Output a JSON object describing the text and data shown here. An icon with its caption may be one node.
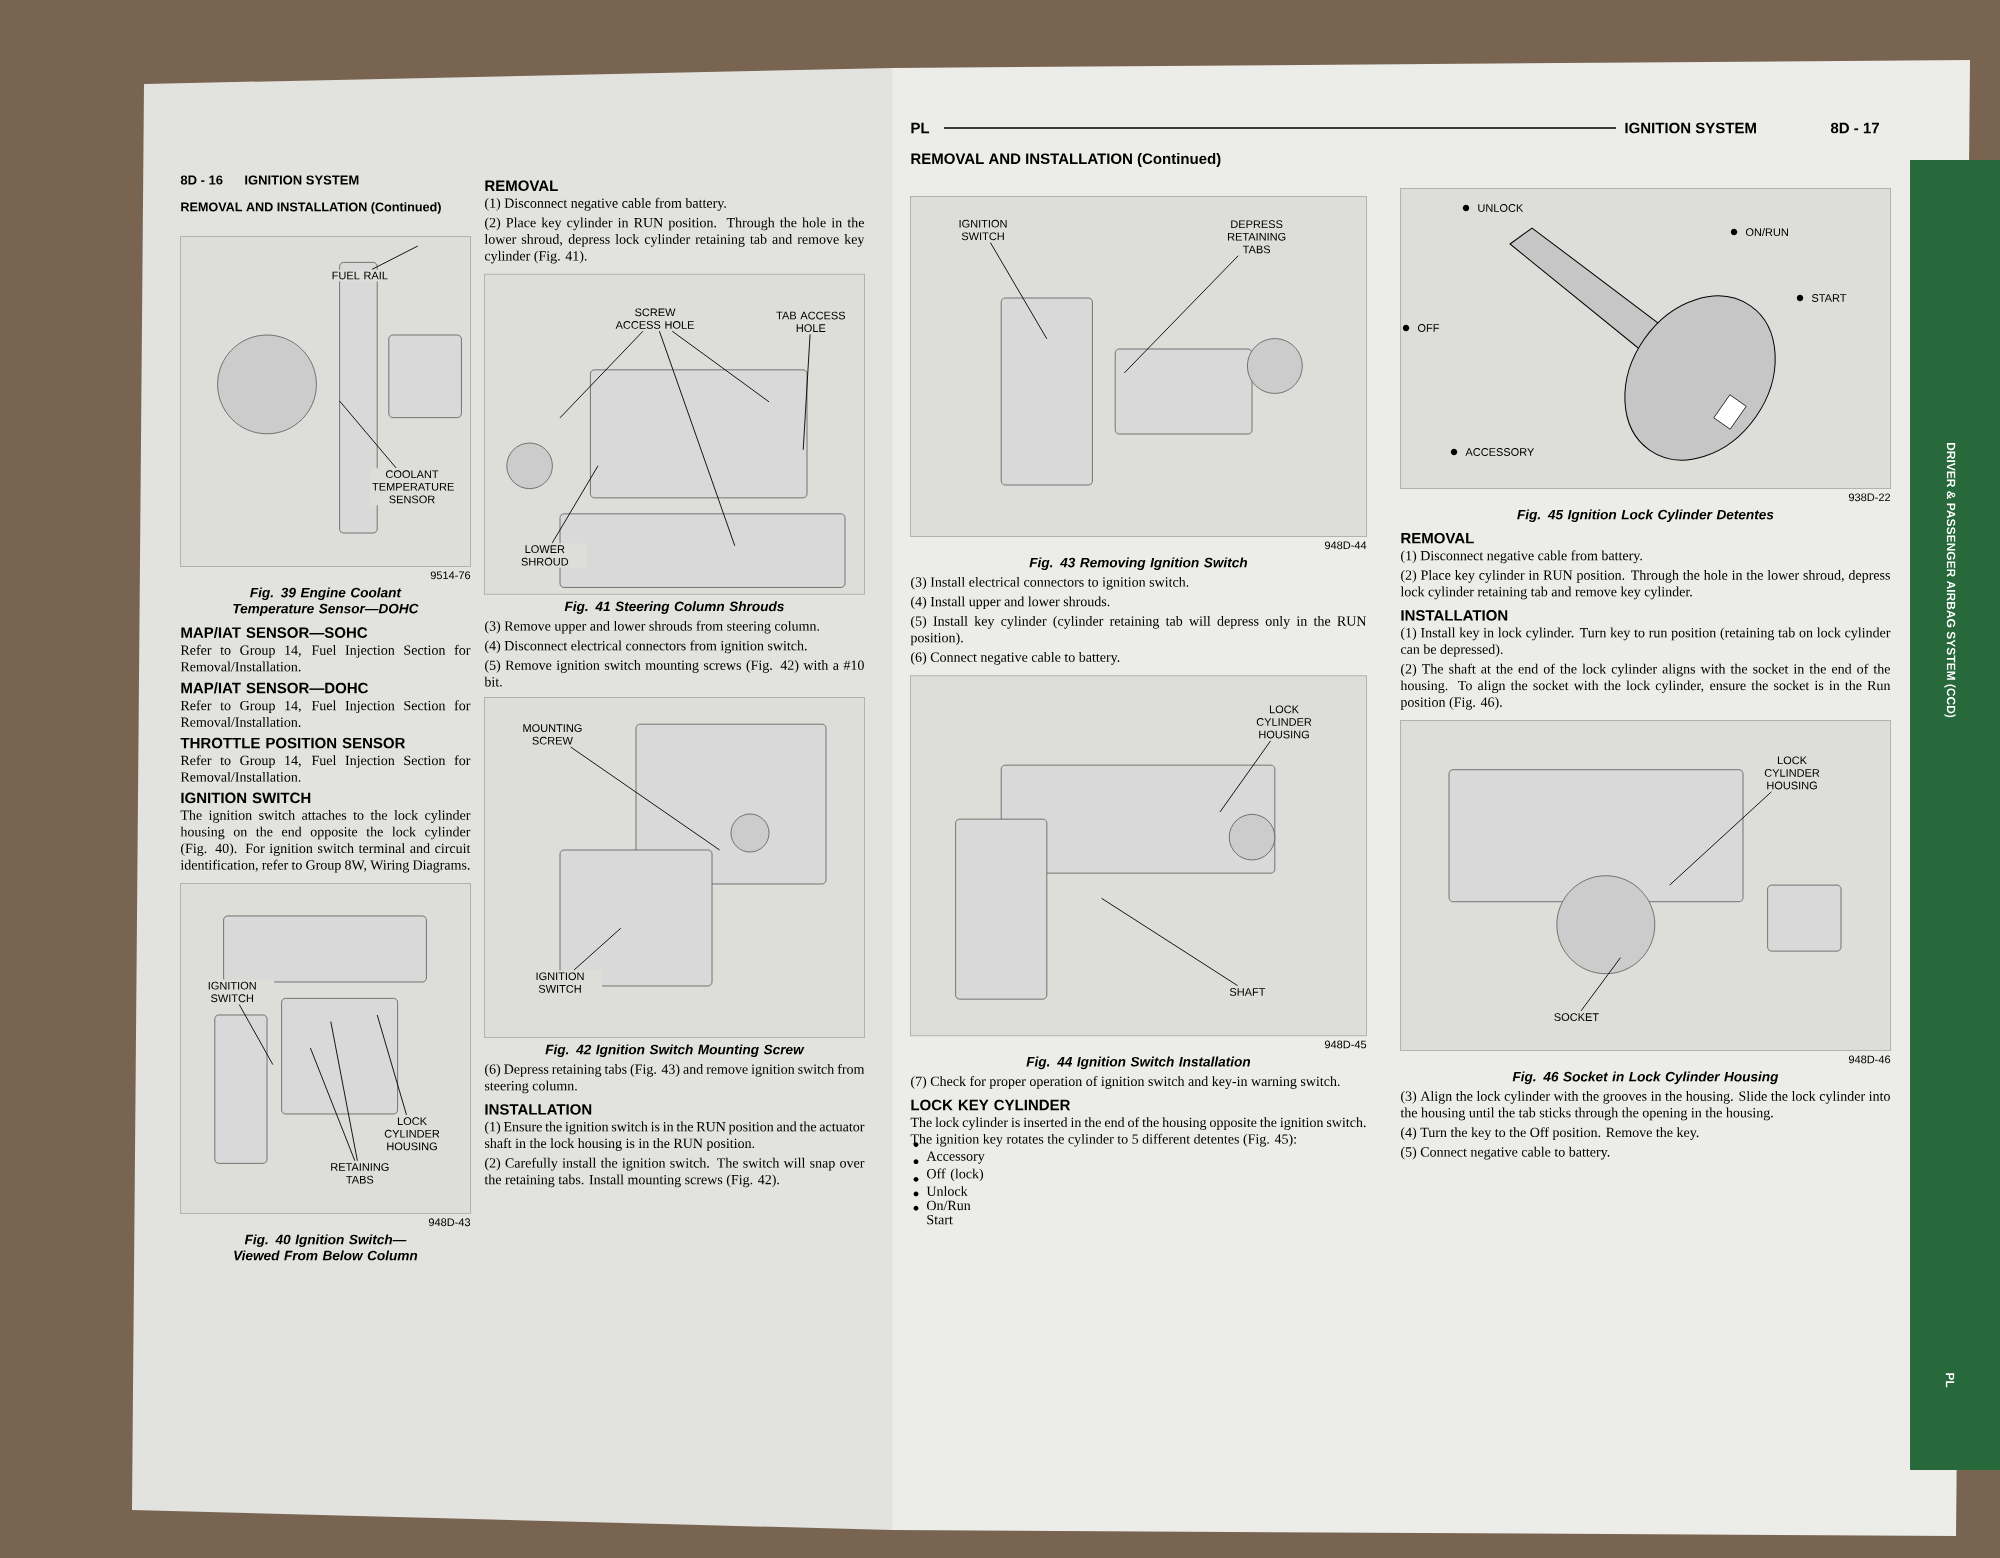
{
  "diagram": {
    "nodes": [
      {
        "text": [],
        "shape": "picture",
        "beside": [
          "9514-76",
          "Fig. 39 Engine Coolant Temperature Sensor—DOHC"
        ]
      },
      {
        "text": [
          "FUEL RAIL"
        ],
        "in": 0
      },
      {
        "text": [
          "COOLANT TEMPERATURE SENSOR"
        ],
        "in": 0
      },
      {
        "text": [],
        "shape": "picture",
        "beside": [
          "948D-43",
          "Fig. 40 Ignition Switch—Viewed From Below Column"
        ]
      },
      {
        "text": [
          "IGNITION SWITCH"
        ],
        "in": 3
      },
      {
        "text": [
          "RETAINING TABS"
        ],
        "in": 3
      },
      {
        "text": [
          "LOCK CYLINDER HOUSING"
        ],
        "in": 3
      },
      {
        "text": [],
        "shape": "picture",
        "beside": [
          "Fig. 41 Steering Column Shrouds"
        ]
      },
      {
        "text": [
          "SCREW ACCESS HOLE"
        ],
        "in": 7
      },
      {
        "text": [
          "TAB ACCESS HOLE"
        ],
        "in": 7
      },
      {
        "text": [
          "LOWER SHROUD"
        ],
        "in": 7
      },
      {
        "text": [],
        "shape": "picture",
        "beside": [
          "Fig. 42 Ignition Switch Mounting Screw"
        ]
      },
      {
        "text": [
          "MOUNTING SCREW"
        ],
        "in": 11
      },
      {
        "text": [
          "IGNITION SWITCH"
        ],
        "in": 11
      },
      {
        "text": [],
        "shape": "picture",
        "beside": [
          "948D-44",
          "Fig. 43 Removing Ignition Switch"
        ]
      },
      {
        "text": [
          "IGNITION SWITCH"
        ],
        "in": 14
      },
      {
        "text": [
          "DEPRESS RETAINING TABS"
        ],
        "in": 14
      },
      {
        "text": [],
        "shape": "picture",
        "beside": [
          "948D-45",
          "Fig. 44 Ignition Switch Installation"
        ]
      },
      {
        "text": [
          "LOCK CYLINDER HOUSING"
        ],
        "in": 17
      },
      {
        "text": [
          "SHAFT"
        ],
        "in": 17
      },
      {
        "text": [],
        "shape": "picture",
        "beside": [
          "938D-22",
          "Fig. 45 Ignition Lock Cylinder Detentes"
        ]
      },
      {
        "text": [],
        "shape": "picture",
        "beside": [
          "948D-46",
          "Fig. 46 Socket in Lock Cylinder Housing"
        ]
      },
      {
        "text": [
          "LOCK CYLINDER HOUSING"
        ],
        "in": 21
      },
      {
        "text": [
          "SOCKET"
        ],
        "in": 21
      }
    ],
    "edges": [
      {
        "from": 1,
        "to": null,
        "arrow": "none"
      },
      {
        "from": 2,
        "to": null,
        "arrow": "none"
      },
      {
        "from": 4,
        "to": null,
        "arrow": "none"
      },
      {
        "from": 5,
        "to": null,
        "arrow": "none"
      },
      {
        "from": 5,
        "to": null,
        "arrow": "none"
      },
      {
        "from": 6,
        "to": null,
        "arrow": "none"
      },
      {
        "from": 8,
        "to": null,
        "arrow": "none"
      },
      {
        "from": 8,
        "to": null,
        "arrow": "none"
      },
      {
        "from": 8,
        "to": null,
        "arrow": "none"
      },
      {
        "from": 9,
        "to": null,
        "arrow": "none"
      },
      {
        "from": 10,
        "to": null,
        "arrow": "none"
      },
      {
        "from": 12,
        "to": null,
        "arrow": "none"
      },
      {
        "from": 13,
        "to": null,
        "arrow": "none"
      },
      {
        "from": 15,
        "to": null,
        "arrow": "none"
      },
      {
        "from": 16,
        "to": null,
        "arrow": "none"
      },
      {
        "from": 18,
        "to": null,
        "arrow": "none"
      },
      {
        "from": 19,
        "to": null,
        "arrow": "none"
      },
      {
        "from": 22,
        "to": null,
        "arrow": "none"
      },
      {
        "from": 23,
        "to": null,
        "arrow": "none"
      }
    ],
    "labels": [
      "8D - 16",
      "IGNITION SYSTEM",
      "REMOVAL AND INSTALLATION (Continued)",
      "MAP/IAT SENSOR—SOHC",
      "Refer to Group 14, Fuel Injection Section for Removal/Installation.",
      "MAP/IAT SENSOR—DOHC",
      "Refer to Group 14, Fuel Injection Section for Removal/Installation.",
      "THROTTLE POSITION SENSOR",
      "Refer to Group 14, Fuel Injection Section for Removal/Installation.",
      "IGNITION SWITCH",
      "The ignition switch attaches to the lock cylinder housing on the end opposite the lock cylinder (Fig. 40). For ignition switch terminal and circuit identification, refer to Group 8W, Wiring Diagrams.",
      "REMOVAL",
      "(1) Disconnect negative cable from battery.",
      "(2) Place key cylinder in RUN position. Through the hole in the lower shroud, depress lock cylinder retaining tab and remove key cylinder (Fig. 41).",
      "(3) Remove upper and lower shrouds from steering column.",
      "(4) Disconnect electrical connectors from ignition switch.",
      "(5) Remove ignition switch mounting screws (Fig. 42) with a #10 bit.",
      "(6) Depress retaining tabs (Fig. 43) and remove ignition switch from steering column.",
      "INSTALLATION",
      "(1) Ensure the ignition switch is in the RUN position and the actuator shaft in the lock housing is in the RUN position.",
      "(2) Carefully install the ignition switch. The switch will snap over the retaining tabs. Install mounting screws (Fig. 42).",
      "PL",
      "IGNITION SYSTEM",
      "8D - 17",
      "REMOVAL AND INSTALLATION (Continued)",
      "(3) Install electrical connectors to ignition switch.",
      "(4) Install upper and lower shrouds.",
      "(5) Install key cylinder (cylinder retaining tab will depress only in the RUN position).",
      "(6) Connect negative cable to battery.",
      "(7) Check for proper operation of ignition switch and key-in warning switch.",
      "LOCK KEY CYLINDER",
      "The lock cylinder is inserted in the end of the housing opposite the ignition switch. The ignition key rotates the cylinder to 5 different detentes (Fig. 45):",
      "Accessory",
      "Off (lock)",
      "Unlock",
      "On/Run",
      "Start",
      "UNLOCK",
      "ON/RUN",
      "START",
      "OFF",
      "ACCESSORY",
      "REMOVAL",
      "(1) Disconnect negative cable from battery.",
      "(2) Place key cylinder in RUN position. Through the hole in the lower shroud, depress lock cylinder retaining tab and remove key cylinder.",
      "INSTALLATION",
      "(1) Install key in lock cylinder. Turn key to run position (retaining tab on lock cylinder can be depressed).",
      "(2) The shaft at the end of the lock cylinder aligns with the socket in the end of the housing. To align the socket with the lock cylinder, ensure the socket is in the Run position (Fig. 46).",
      "(3) Align the lock cylinder with the grooves in the housing. Slide the lock cylinder into the housing until the tab sticks through the opening in the housing.",
      "(4) Turn the key to the Off position. Remove the key.",
      "(5) Connect negative cable to battery.",
      "DRIVER & PASSENGER AIRBAG SYSTEM (CCD)",
      "PL"
    ]
  }
}
